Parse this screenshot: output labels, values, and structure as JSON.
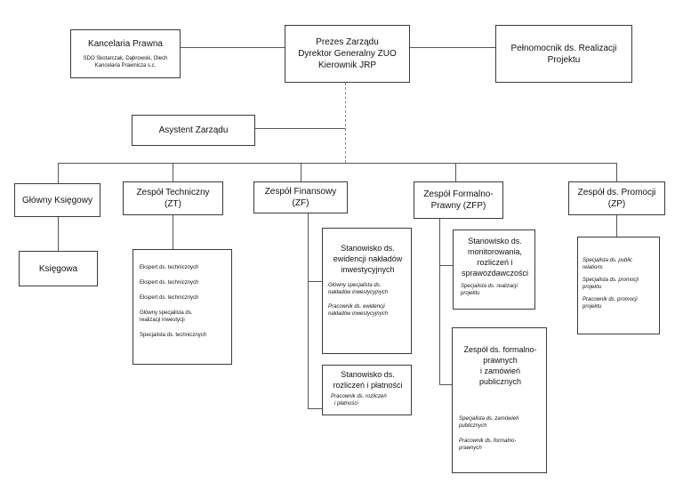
{
  "top": {
    "board": [
      "Prezes Zarządu",
      "Dyrektor Generalny ZUO",
      "Kierownik JRP"
    ],
    "law_title": "Kancelaria Prawna",
    "law_sub": [
      "SDO Skotarczak, Dąbrowski, Olech",
      "Kancelaria Prawnicza s.c."
    ],
    "proxy": [
      "Pełnomocnik ds. Realizacji",
      "Projektu"
    ],
    "assistant": "Asystent Zarządu"
  },
  "units": {
    "accountant": "Główny Księgowy",
    "technical": [
      "Zespół Techniczny",
      "(ZT)"
    ],
    "financial": [
      "Zespół Finansowy",
      "(ZF)"
    ],
    "formal": [
      "Zespół Formalno-",
      "Prawny (ZFP)"
    ],
    "promotion": [
      "Zespół ds. Promocji",
      "(ZP)"
    ]
  },
  "accountant_sub": "Księgowa",
  "technical_staff": [
    "Ekspert ds. technicznych",
    "Ekspert ds. technicznych",
    "Ekspert ds. technicznych",
    "Główny specjalista ds.",
    "realizacji inwestycji",
    "Specjalista ds. technicznych"
  ],
  "fin_records": {
    "title": [
      "Stanowisko ds.",
      "ewidencji nakładów",
      "inwestycyjnych"
    ],
    "staff": [
      "Główny specjalista ds.",
      "nakładów inwestycyjnych",
      "Pracownik ds. ewidencji",
      "nakładów inwestycyjnych"
    ]
  },
  "fin_settlements": {
    "title": [
      "Stanowisko ds.",
      "rozliczeń i płatności"
    ],
    "staff": [
      "Pracownik ds. rozliczeń",
      "i płatności"
    ]
  },
  "monitoring": {
    "title": [
      "Stanowisko ds.",
      "monitorowania,",
      "rozliczeń i",
      "sprawozdawczości"
    ],
    "staff": [
      "Specjalista ds. realizacji",
      "projektu"
    ]
  },
  "procurement": {
    "title": [
      "Zespół ds. formalno-",
      "prawnych",
      "i zamówień",
      "publicznych"
    ],
    "staff": [
      "Specjalista ds. zamówień",
      "publicznych",
      "Pracownik ds. formalno-",
      "prawnych"
    ]
  },
  "promotion_staff": [
    "Specjalista ds. public",
    "relations",
    "Specjalista ds. promocji",
    "projektu",
    "Pracownik ds. promocji",
    "projektu"
  ]
}
